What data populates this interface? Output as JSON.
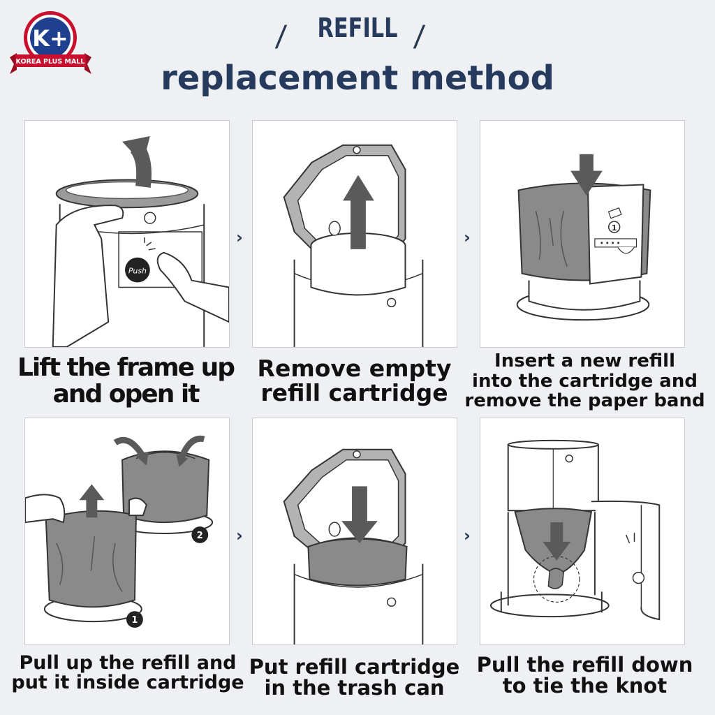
{
  "brand": {
    "logo_letter": "K+",
    "ribbon_text": "KOREA PLUS MALL"
  },
  "header": {
    "refill_label": "REFILL",
    "slash_left": "/",
    "slash_right": "/",
    "title": "replacement method"
  },
  "separator_glyph": "›",
  "steps": [
    {
      "caption_lines": [
        "Lift the frame up",
        "and open it"
      ],
      "sticker_text": "Push"
    },
    {
      "caption_lines": [
        "Remove empty",
        "refill cartridge"
      ]
    },
    {
      "caption_lines": [
        "Insert a new refill",
        "into the cartridge and",
        "remove the paper band"
      ],
      "tag_number": "1"
    },
    {
      "caption_lines": [
        "Pull up the refill and",
        "put it inside cartridge"
      ],
      "badge_1": "1",
      "badge_2": "2"
    },
    {
      "caption_lines": [
        "Put refill cartridge",
        "in the trash can"
      ]
    },
    {
      "caption_lines": [
        "Pull the refill down",
        "to tie the knot"
      ]
    }
  ],
  "colors": {
    "background": "#eff0f3",
    "title_navy": "#253a5c",
    "logo_red": "#c8102e",
    "logo_blue": "#1f3f8f",
    "arrow_gray": "#5a5a5a",
    "bag_gray": "#8a8a8a"
  }
}
